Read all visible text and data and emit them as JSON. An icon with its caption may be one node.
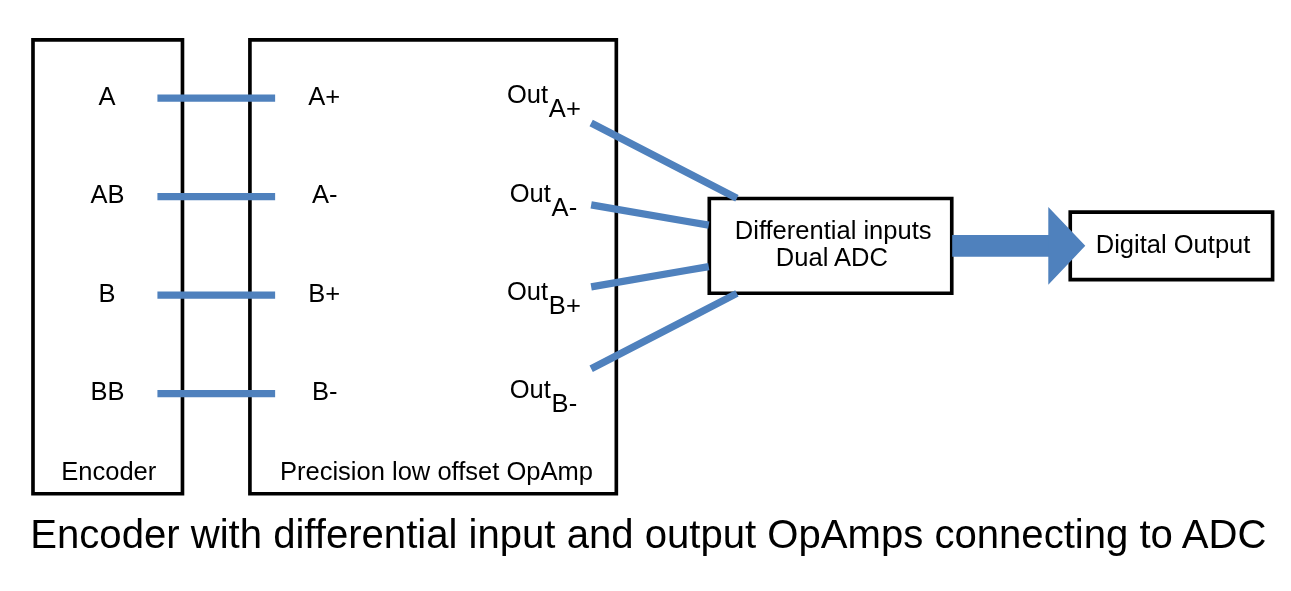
{
  "diagram": {
    "caption": "Encoder with differential input and output OpAmps connecting to ADC",
    "nodes": [
      {
        "text": [
          "Encoder"
        ]
      },
      {
        "text": [
          "A"
        ],
        "in": 0
      },
      {
        "text": [
          "AB"
        ],
        "in": 0
      },
      {
        "text": [
          "B"
        ],
        "in": 0
      },
      {
        "text": [
          "BB"
        ],
        "in": 0
      },
      {
        "text": [
          "Precision low offset OpAmp"
        ]
      },
      {
        "text": [
          "A+"
        ],
        "in": 5
      },
      {
        "text": [
          "A-"
        ],
        "in": 5
      },
      {
        "text": [
          "B+"
        ],
        "in": 5
      },
      {
        "text": [
          "B-"
        ],
        "in": 5
      },
      {
        "text": [
          "Out$_{A+}$"
        ],
        "in": 5
      },
      {
        "text": [
          "Out$_{A-}$"
        ],
        "in": 5
      },
      {
        "text": [
          "Out$_{B+}$"
        ],
        "in": 5
      },
      {
        "text": [
          "Out$_{B-}$"
        ],
        "in": 5
      },
      {
        "text": [
          "Differential inputs",
          "Dual ADC"
        ]
      },
      {
        "text": [
          "Digital Output"
        ]
      }
    ],
    "edges": [
      {
        "from": 1,
        "to": 6,
        "arrow": "none"
      },
      {
        "from": 2,
        "to": 7,
        "arrow": "none"
      },
      {
        "from": 3,
        "to": 8,
        "arrow": "none"
      },
      {
        "from": 4,
        "to": 9,
        "arrow": "none"
      },
      {
        "from": 10,
        "to": 14,
        "arrow": "none"
      },
      {
        "from": 11,
        "to": 14,
        "arrow": "none"
      },
      {
        "from": 12,
        "to": 14,
        "arrow": "none"
      },
      {
        "from": 13,
        "to": 14,
        "arrow": "none"
      },
      {
        "from": 14,
        "to": 15,
        "arrow": "to",
        "style": "thick"
      }
    ]
  }
}
